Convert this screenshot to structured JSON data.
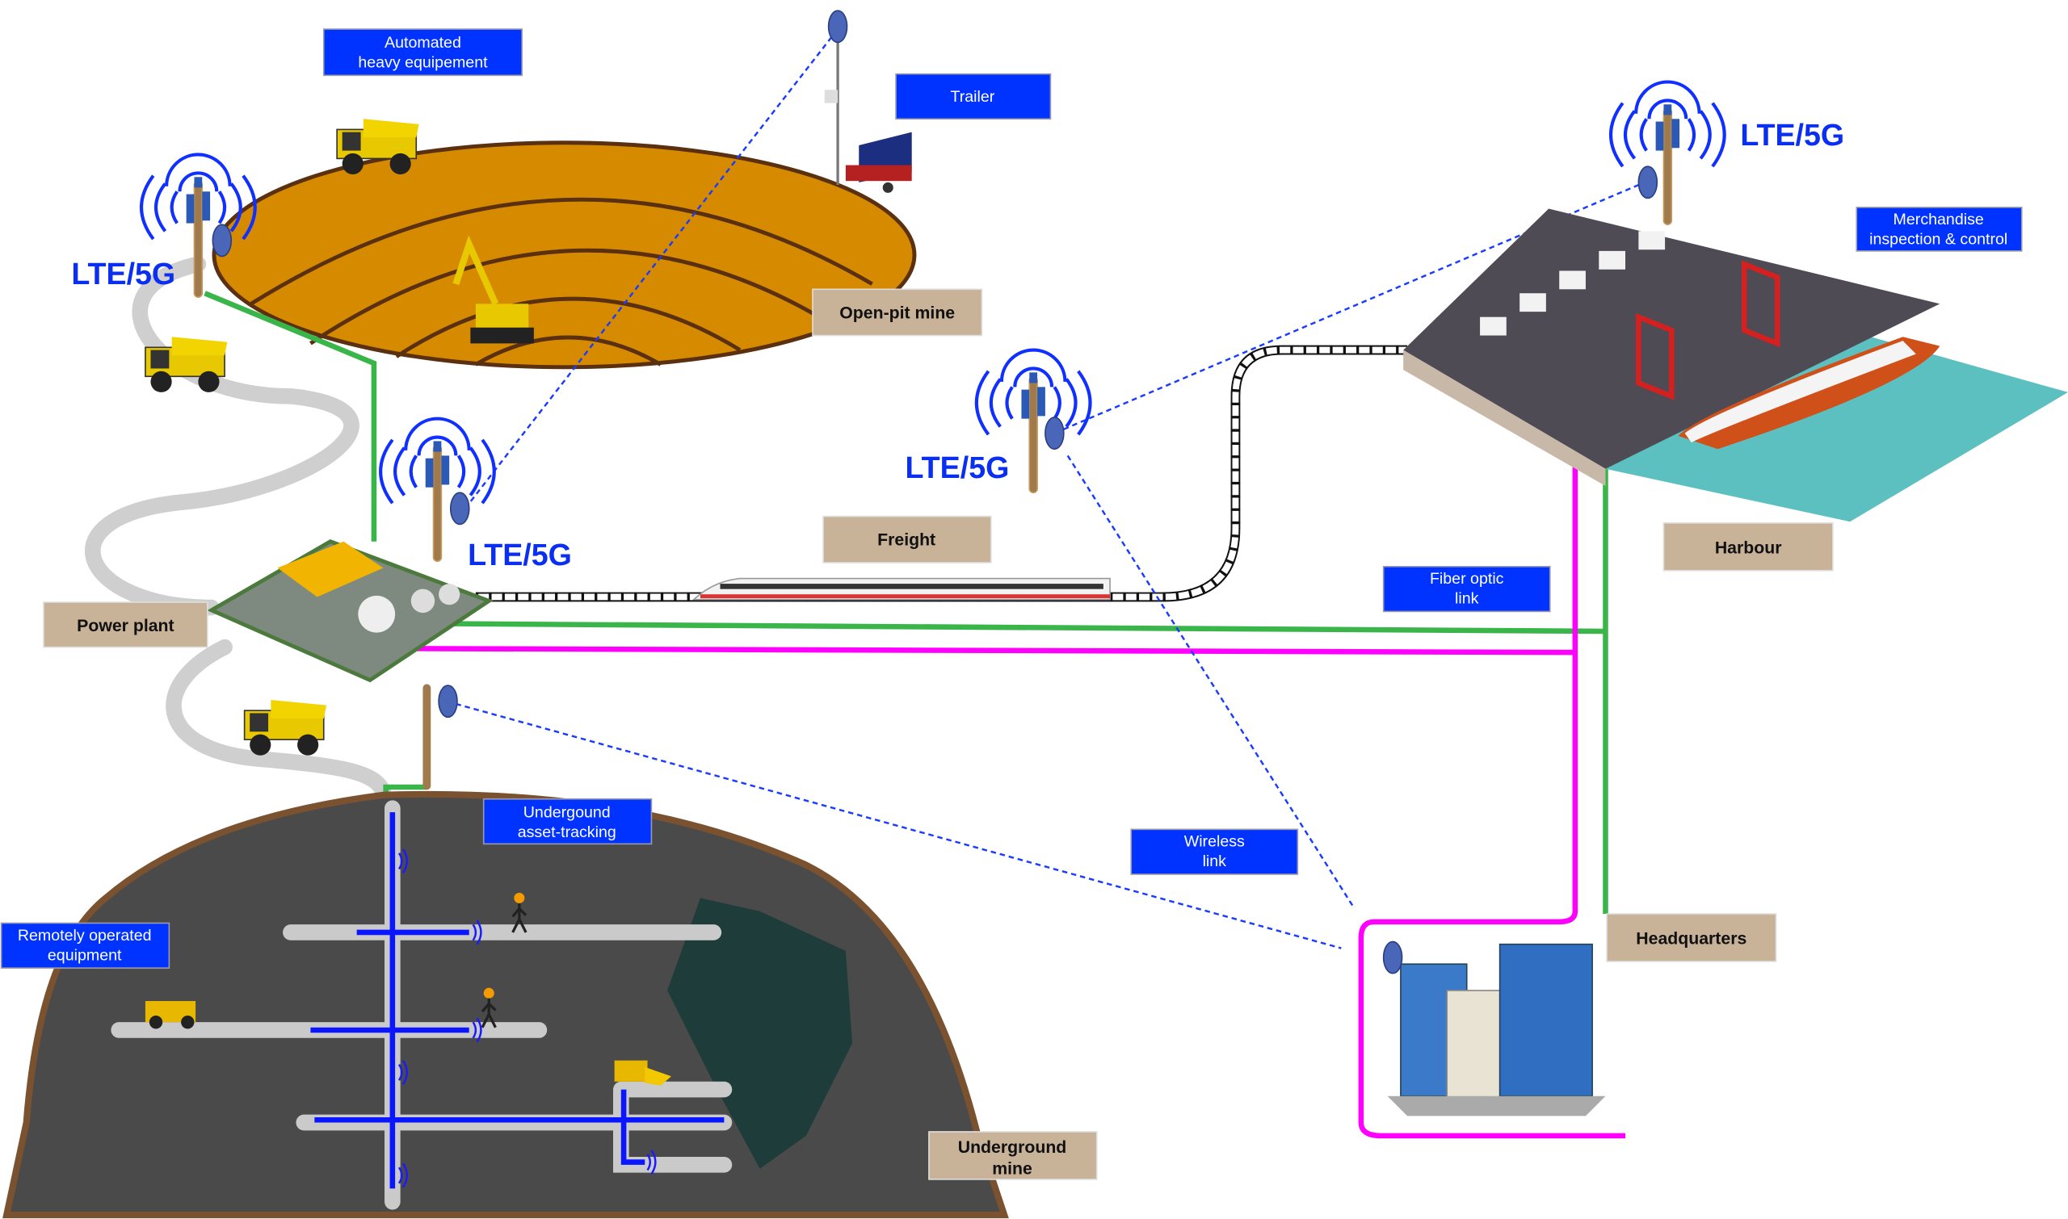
{
  "colors": {
    "label_blue": "#0033ff",
    "label_tan": "#c8b298",
    "fiber_green": "#3ab54a",
    "fiber_magenta": "#ff00ff",
    "wireless_dashed": "#1a3cff",
    "pit_fill": "#d68a00",
    "mine_fill": "#4a4a4a"
  },
  "blue_labels": {
    "automated": [
      "Automated",
      "heavy equipement"
    ],
    "trailer": [
      "Trailer"
    ],
    "merchandise": [
      "Merchandise",
      "inspection & control"
    ],
    "fiber": [
      "Fiber optic",
      "link"
    ],
    "wireless": [
      "Wireless",
      "link"
    ],
    "asset_tracking": [
      "Undergound",
      "asset-tracking"
    ],
    "remote": [
      "Remotely operated",
      "equipment"
    ]
  },
  "site_labels": {
    "open_pit": "Open-pit mine",
    "freight": "Freight",
    "harbour": "Harbour",
    "power_plant": "Power plant",
    "headquarters": "Headquarters",
    "underground": [
      "Underground",
      "mine"
    ]
  },
  "towers": {
    "t1": "LTE/5G",
    "t2": "LTE/5G",
    "t3": "LTE/5G",
    "t4": "LTE/5G"
  },
  "icons": [
    "cell-tower-icon",
    "dish-antenna-icon",
    "haul-truck-icon",
    "excavator-icon",
    "solar-trailer-icon",
    "train-icon",
    "power-plant-icon",
    "harbour-icon",
    "office-buildings-icon",
    "miner-icon",
    "loader-icon",
    "ore-rock-icon"
  ]
}
